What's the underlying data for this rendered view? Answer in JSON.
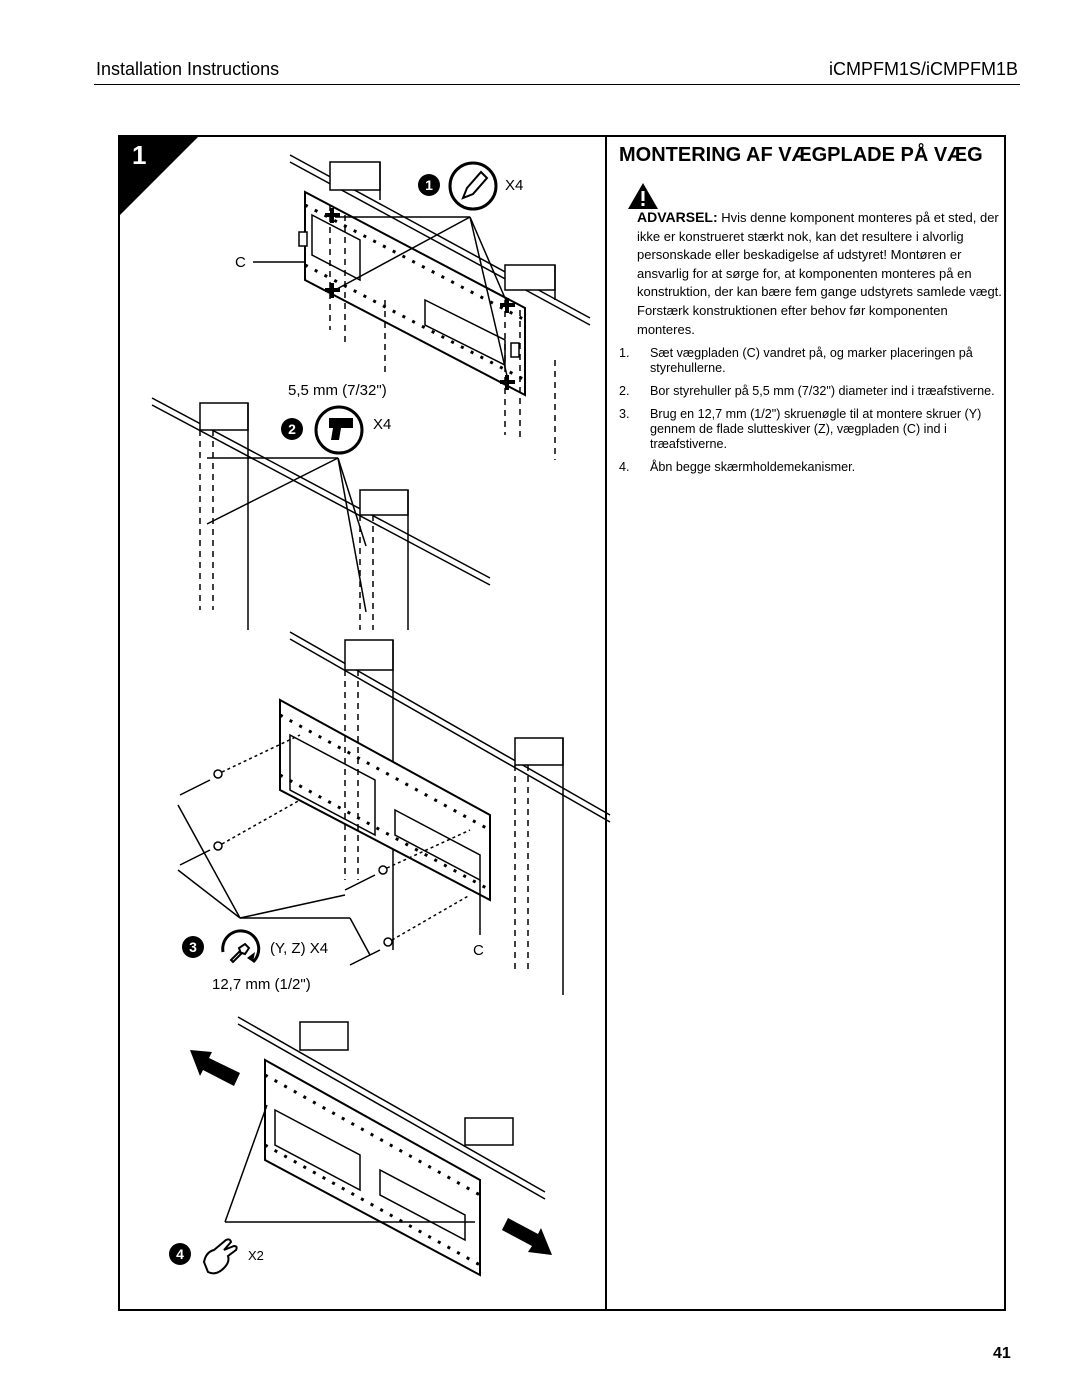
{
  "header": {
    "left": "Installation Instructions",
    "right": "iCMPFM1S/iCMPFM1B"
  },
  "step": {
    "number": "1",
    "title": "MONTERING AF VÆGPLADE PÅ VÆG"
  },
  "warning": {
    "label": "ADVARSEL:",
    "text": "Hvis denne komponent monteres på et sted, der ikke er konstrueret stærkt nok, kan det resultere i alvorlig personskade eller beskadigelse af udstyret! Montøren er ansvarlig for at sørge for, at komponenten monteres på en konstruktion, der kan bære fem gange udstyrets samlede vægt. Forstærk konstruktionen efter behov før komponenten monteres."
  },
  "instructions": [
    {
      "num": "1.",
      "text": "Sæt vægpladen (C) vandret på, og marker placeringen på styrehullerne."
    },
    {
      "num": "2.",
      "text": "Bor styrehuller på 5,5 mm (7/32\") diameter ind i træafstiverne."
    },
    {
      "num": "3.",
      "text": "Brug en 12,7 mm (1/2\") skruenøgle til at montere skruer (Y) gennem de flade slutteskiver (Z), vægpladen (C) ind i træafstiverne."
    },
    {
      "num": "4.",
      "text": "Åbn begge skærmholdemekanismer."
    }
  ],
  "illustration": {
    "badge1": "1",
    "qty1": "X4",
    "part_c_top": "C",
    "drill_size": "5,5 mm (7/32\")",
    "badge2": "2",
    "qty2": "X4",
    "badge3": "3",
    "qty3": "(Y, Z) X4",
    "part_c_bottom": "C",
    "wrench_size": "12,7 mm (1/2\")",
    "badge4": "4",
    "qty4": "X2",
    "icons": [
      "pencil-icon",
      "drill-icon",
      "wrench-icon",
      "hand-icon",
      "warning-icon"
    ]
  },
  "page_number": "41"
}
